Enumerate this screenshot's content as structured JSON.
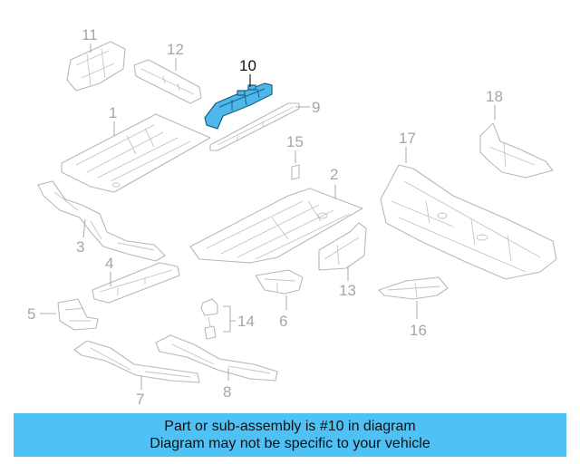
{
  "diagram": {
    "highlight_color": "#4fb8ea",
    "callouts": {
      "c1": "1",
      "c2": "2",
      "c3": "3",
      "c4": "4",
      "c5": "5",
      "c6": "6",
      "c7": "7",
      "c8": "8",
      "c9": "9",
      "c10": "10",
      "c11": "11",
      "c12": "12",
      "c13": "13",
      "c14": "14",
      "c15": "15",
      "c16": "16",
      "c17": "17",
      "c18": "18"
    },
    "highlighted_part": "10"
  },
  "banner": {
    "color": "#4fc1f4",
    "line1": "Part or sub-assembly is #10 in diagram",
    "line2": "Diagram may not be specific to your vehicle"
  }
}
